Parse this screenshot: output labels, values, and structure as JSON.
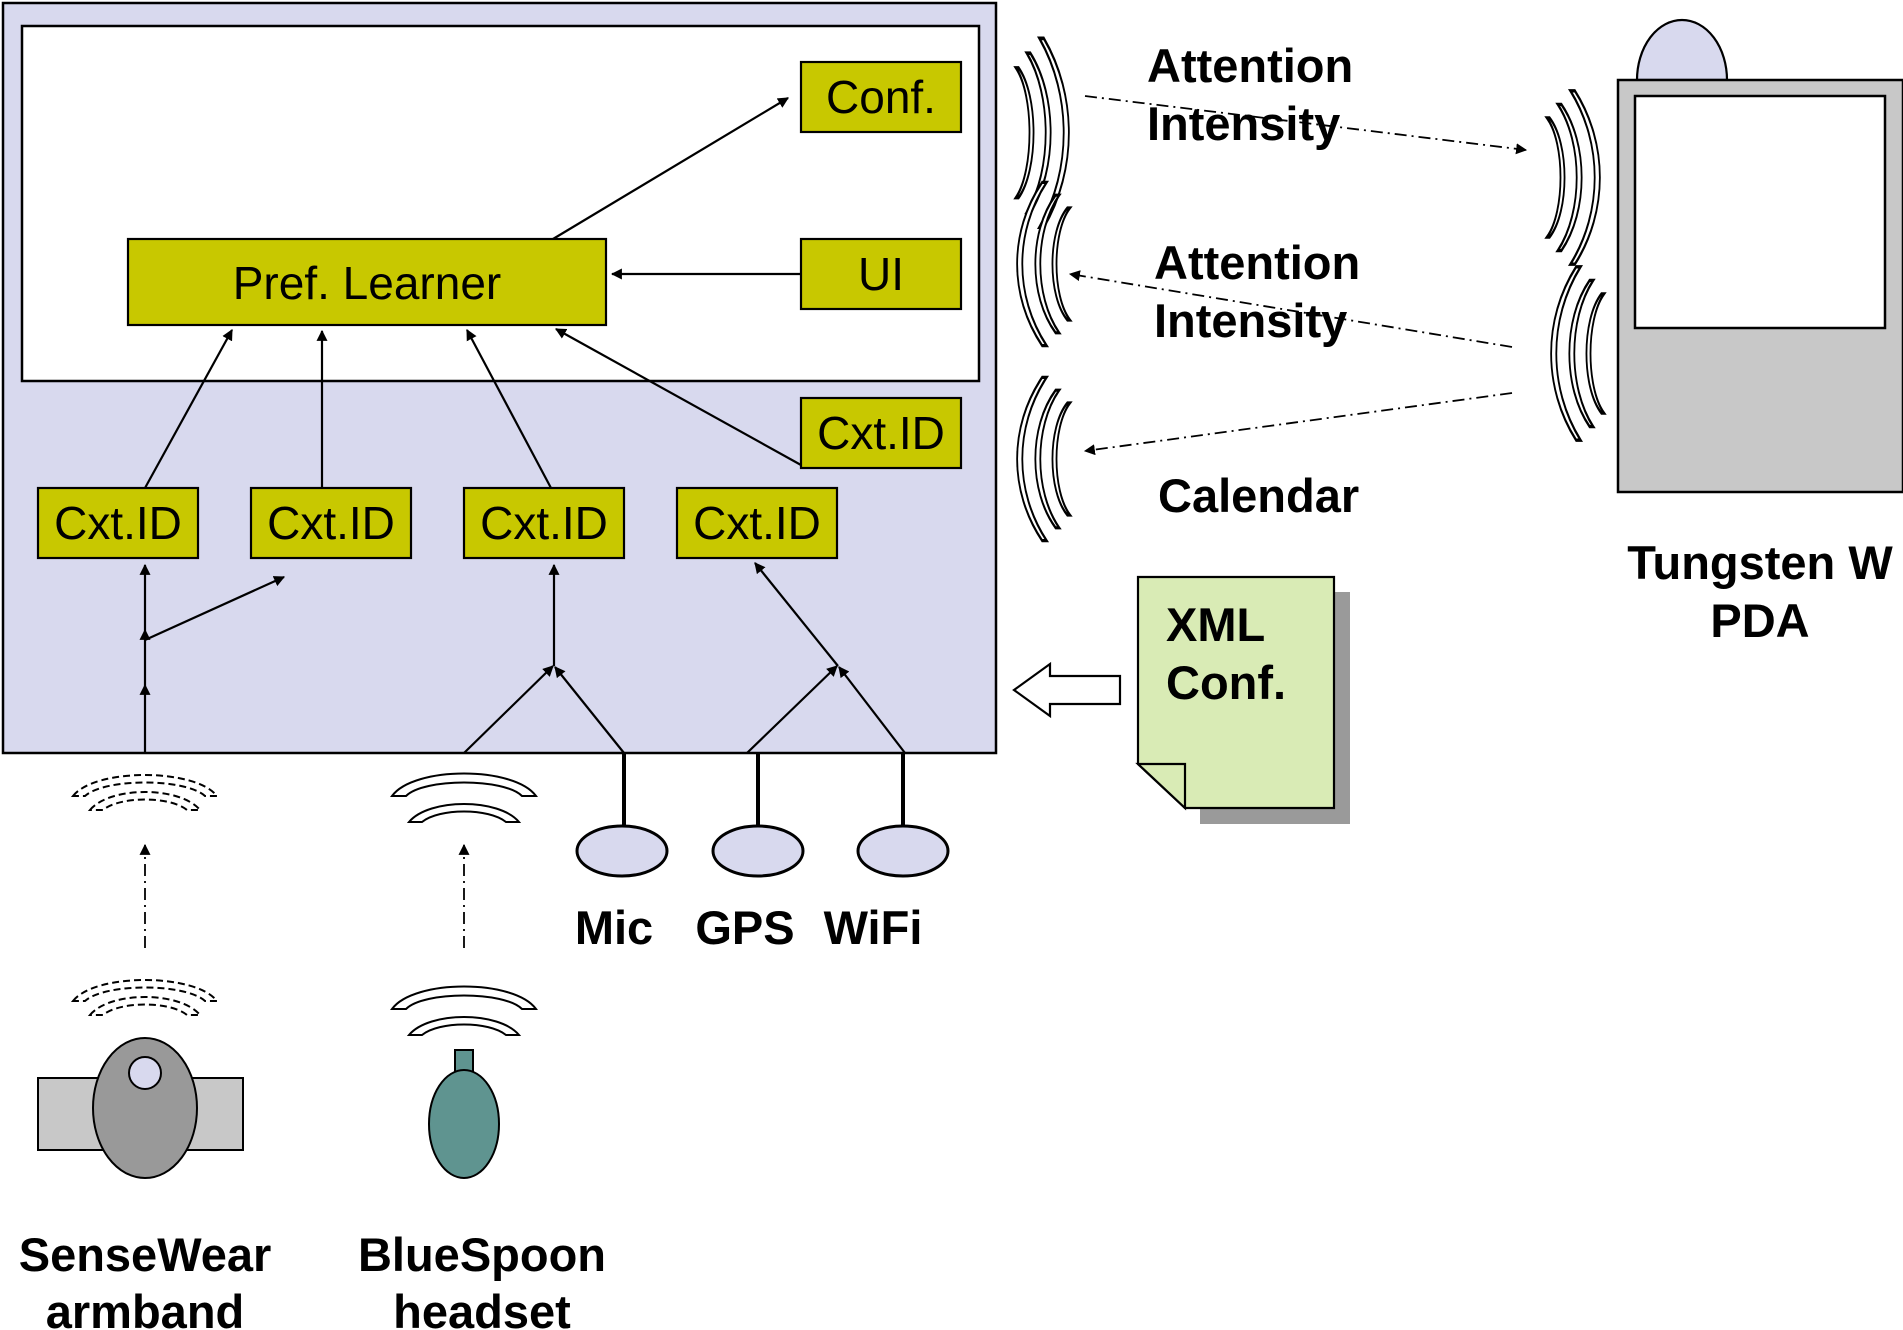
{
  "modules": {
    "conf": "Conf.",
    "ui": "UI",
    "pref_learner": "Pref. Learner",
    "cxt_id_right": "Cxt.ID",
    "cxt_id_1": "Cxt.ID",
    "cxt_id_2": "Cxt.ID",
    "cxt_id_3": "Cxt.ID",
    "cxt_id_4": "Cxt.ID"
  },
  "signals": {
    "attention_intensity_out_line1": "Attention",
    "attention_intensity_out_line2": "Intensity",
    "attention_intensity_in_line1": "Attention",
    "attention_intensity_in_line2": "Intensity",
    "calendar": "Calendar"
  },
  "config_doc": {
    "line1": "XML",
    "line2": "Conf."
  },
  "pda": {
    "line1": "Tungsten W",
    "line2": "PDA"
  },
  "sensors": {
    "mic": "Mic",
    "gps": "GPS",
    "wifi": "WiFi"
  },
  "devices": {
    "armband_line1": "SenseWear",
    "armband_line2": "armband",
    "headset_line1": "BlueSpoon",
    "headset_line2": "headset"
  },
  "colors": {
    "system_bg": "#d8d9ee",
    "module_fill": "#c8c800",
    "doc_fill": "#d9ebb5",
    "pda_body": "#c8c8c8",
    "sensor_fill": "#d8d9ee",
    "armband_gray": "#999999",
    "headset_teal": "#5f9490"
  }
}
